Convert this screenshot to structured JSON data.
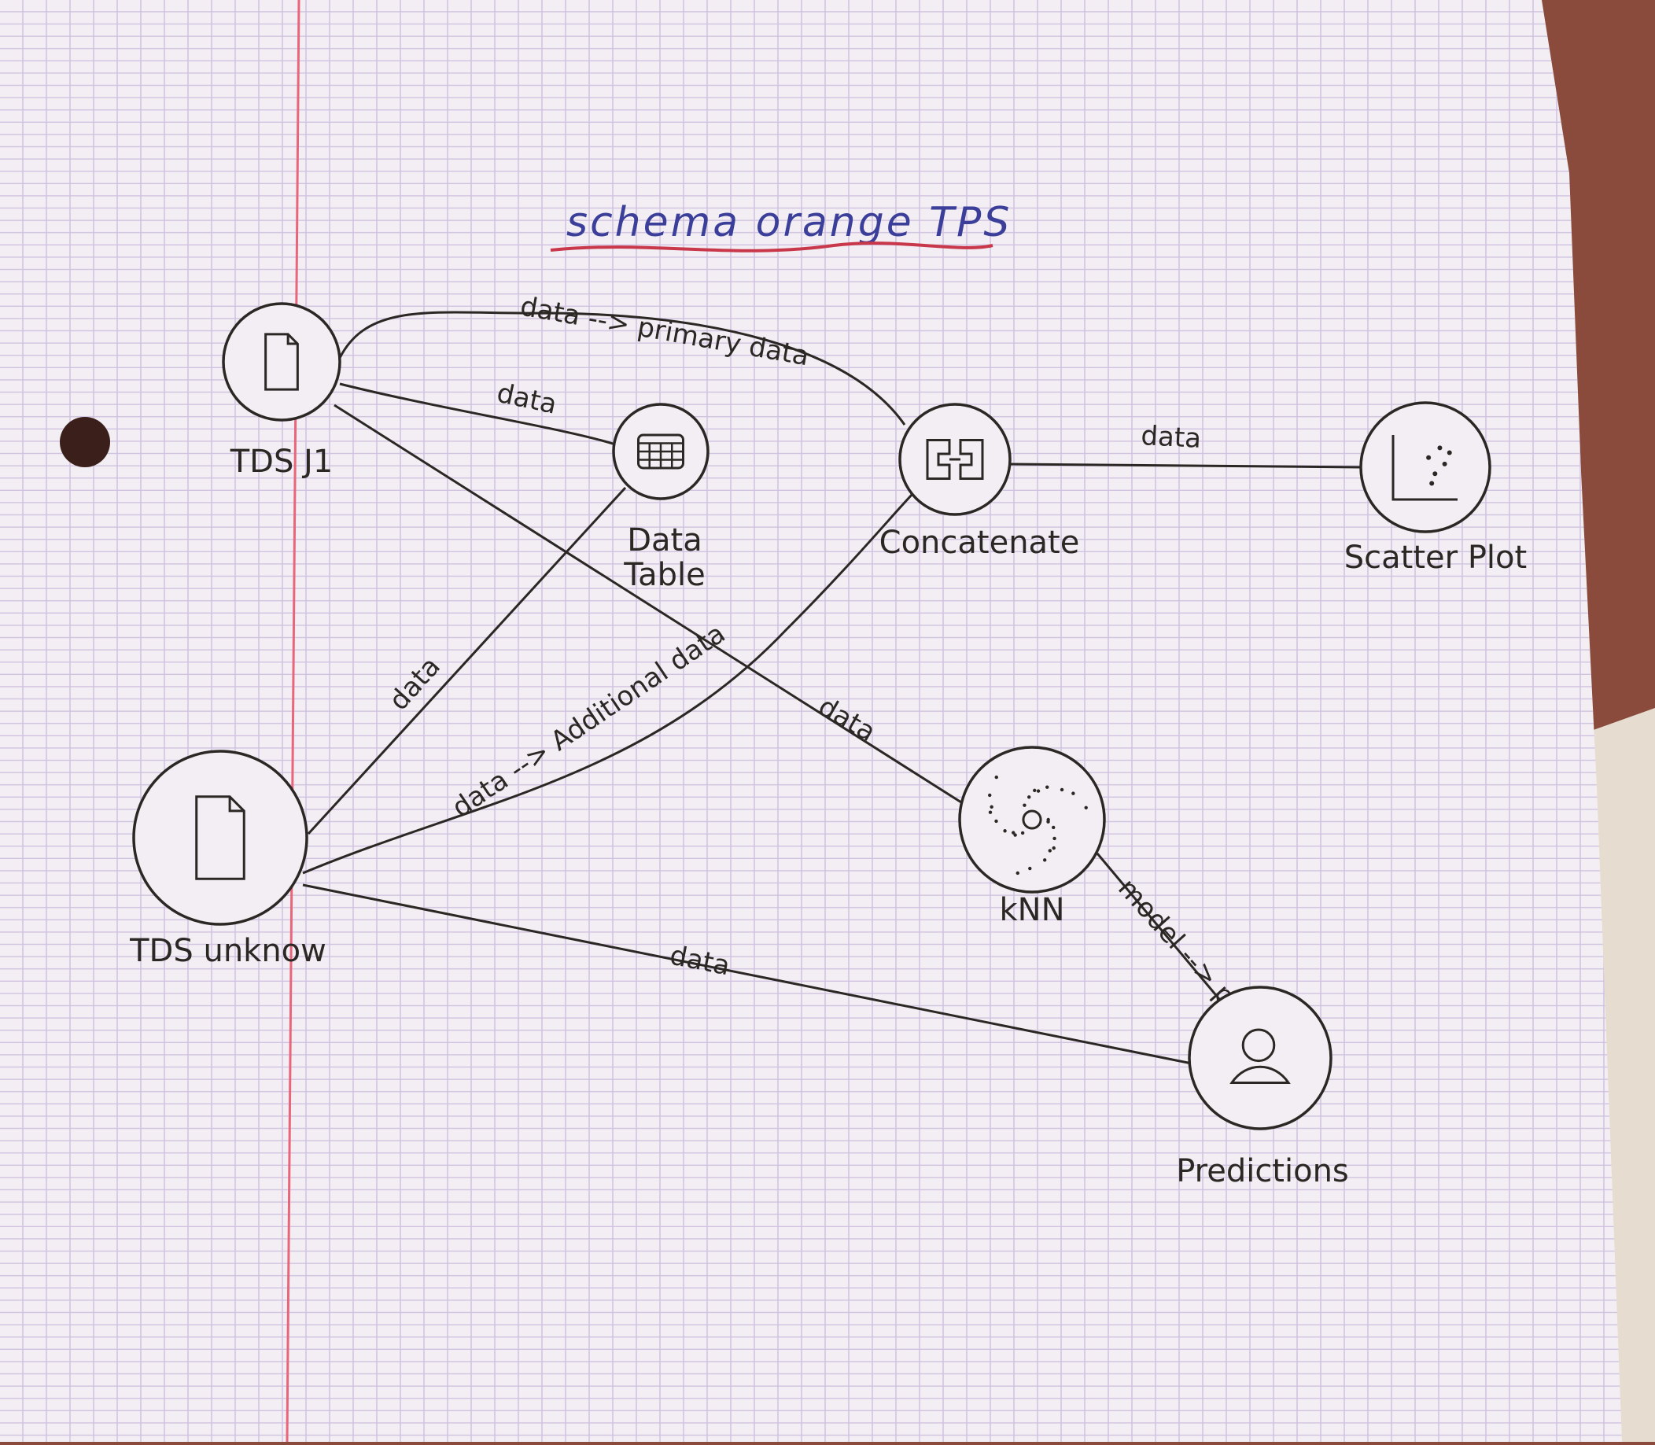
{
  "title": "schema orange TPS",
  "colors": {
    "ink": "#2a2724",
    "title_ink": "#3b3f9a",
    "underline": "#c8384a",
    "grid": "#c9b9dc",
    "margin_line": "#e8657a",
    "paper": "#f2eef3",
    "background": "#8a4a3c"
  },
  "nodes": [
    {
      "id": "tds11",
      "label": "TDS J1",
      "icon": "file-icon"
    },
    {
      "id": "datatable",
      "label_lines": [
        "Data",
        "Table"
      ],
      "icon": "table-icon"
    },
    {
      "id": "concatenate",
      "label": "Concatenate",
      "icon": "concatenate-icon"
    },
    {
      "id": "scatter",
      "label": "Scatter Plot",
      "icon": "scatter-plot-icon"
    },
    {
      "id": "tdsunknow",
      "label": "TDS unknow",
      "icon": "file-icon"
    },
    {
      "id": "knn",
      "label": "kNN",
      "icon": "knn-icon"
    },
    {
      "id": "predictions",
      "label": "Predictions",
      "icon": "predictions-icon"
    }
  ],
  "edges": [
    {
      "from": "tds11",
      "to": "concatenate",
      "label": "data --> primary data"
    },
    {
      "from": "tds11",
      "to": "datatable",
      "label": "data"
    },
    {
      "from": "tds11",
      "to": "knn",
      "label": "data"
    },
    {
      "from": "concatenate",
      "to": "scatter",
      "label": "data"
    },
    {
      "from": "tdsunknow",
      "to": "datatable",
      "label": "data"
    },
    {
      "from": "tdsunknow",
      "to": "concatenate",
      "label": "data --> Additional data"
    },
    {
      "from": "tdsunknow",
      "to": "predictions",
      "label": "data"
    },
    {
      "from": "knn",
      "to": "predictions",
      "label": "model --> predict"
    }
  ]
}
